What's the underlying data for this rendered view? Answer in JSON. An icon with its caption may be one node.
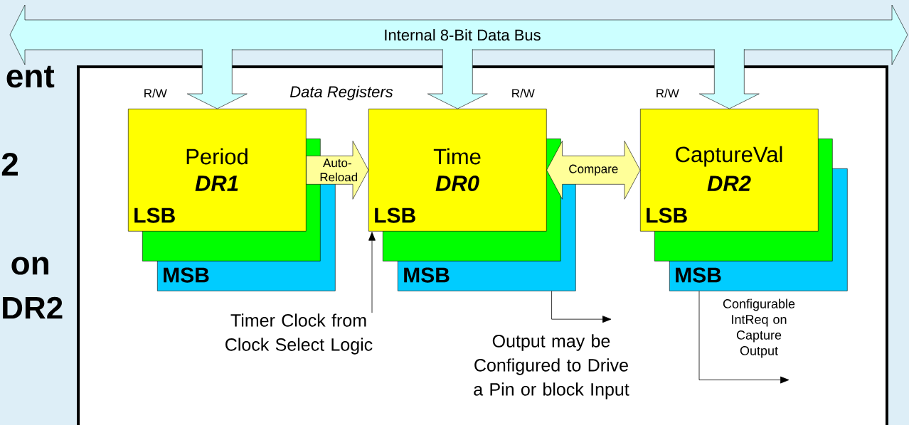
{
  "diagram": {
    "nodes": [
      {
        "text": [
          "Internal 8-Bit Data Bus"
        ]
      },
      {
        "text": [
          "Data Registers"
        ]
      },
      {
        "text": [
          "Period",
          "DR1",
          "LSB"
        ],
        "in": 1
      },
      {
        "text": [],
        "shape": "box",
        "in": 1
      },
      {
        "text": [
          "MSB"
        ],
        "in": 1
      },
      {
        "text": [
          "Time",
          "DR0",
          "LSB"
        ],
        "in": 1
      },
      {
        "text": [],
        "shape": "box",
        "in": 1
      },
      {
        "text": [
          "MSB"
        ],
        "in": 1
      },
      {
        "text": [
          "CaptureVal",
          "DR2",
          "LSB"
        ],
        "in": 1
      },
      {
        "text": [],
        "shape": "box",
        "in": 1
      },
      {
        "text": [
          "MSB"
        ],
        "in": 1
      },
      {
        "text": [
          "Timer Clock from Clock Select Logic"
        ],
        "in": 1
      },
      {
        "text": [
          "Output may be Configured to Drive a Pin or block Input"
        ],
        "in": 1
      }
    ],
    "edges": [
      {
        "from": 0,
        "to": 2,
        "arrow": "to",
        "label": "R/W"
      },
      {
        "from": 0,
        "to": 5,
        "arrow": "to",
        "label": "R/W"
      },
      {
        "from": 0,
        "to": 8,
        "arrow": "to",
        "label": "R/W"
      },
      {
        "from": 2,
        "to": 5,
        "arrow": "to",
        "label": "Auto-Reload"
      },
      {
        "from": 5,
        "to": 8,
        "arrow": "both",
        "label": "Compare"
      },
      {
        "from": 11,
        "to": 5,
        "arrow": "to"
      },
      {
        "from": 7,
        "to": 12,
        "arrow": "to"
      },
      {
        "from": 10,
        "to": null,
        "arrow": "to"
      }
    ],
    "labels": [
      "ent",
      "2",
      "on",
      "DR2",
      "Configurable IntReq on Capture Output"
    ]
  }
}
